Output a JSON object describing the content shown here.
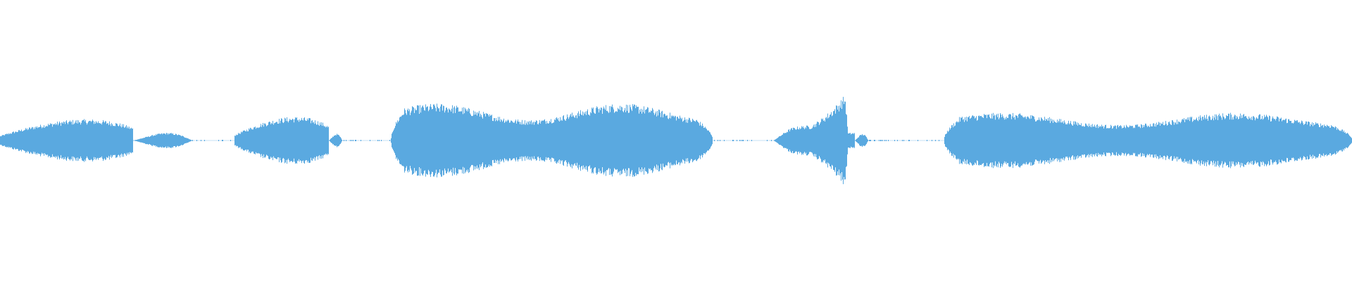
{
  "waveform": {
    "color": "#5aa9e0",
    "background": "#ffffff",
    "channels": 1,
    "segments": [
      {
        "start": 0.0,
        "end": 0.098,
        "peak": 0.17,
        "shape": "swell"
      },
      {
        "start": 0.098,
        "end": 0.142,
        "peak": 0.07,
        "shape": "small-swell"
      },
      {
        "start": 0.173,
        "end": 0.243,
        "peak": 0.19,
        "shape": "swell"
      },
      {
        "start": 0.243,
        "end": 0.253,
        "peak": 0.06,
        "shape": "small-swell"
      },
      {
        "start": 0.289,
        "end": 0.527,
        "peak": 0.24,
        "shape": "plateau"
      },
      {
        "start": 0.572,
        "end": 0.632,
        "peak": 0.35,
        "shape": "crescendo"
      },
      {
        "start": 0.632,
        "end": 0.642,
        "peak": 0.06,
        "shape": "small-swell"
      },
      {
        "start": 0.698,
        "end": 1.0,
        "peak": 0.18,
        "shape": "plateau"
      }
    ]
  }
}
